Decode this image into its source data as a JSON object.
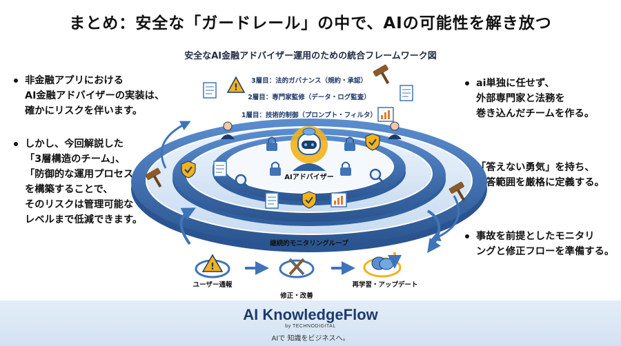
{
  "title": "まとめ：安全な「ガードレール」の中で、AIの可能性を解き放つ",
  "figure_title": "安全なAI金融アドバイザー運用のための統合フレームワーク図",
  "left_bullets": [
    {
      "lines": [
        "非金融アプリにおける",
        "AI金融アドバイザーの実装は、",
        "確かにリスクを伴います。"
      ]
    },
    {
      "lines": [
        "しかし、今回解説した",
        "「3層構造のチーム」、",
        "「防御的な運用プロセス」",
        "を構築することで、",
        "そのリスクは管理可能な",
        "レベルまで低減できます。"
      ]
    }
  ],
  "right_bullets": [
    {
      "lines": [
        "ai単独に任せず、",
        "外部専門家と法務を",
        "巻き込んだチームを作る。"
      ]
    },
    {
      "lines": [
        "「答えない勇気」を持ち、",
        "回答範囲を厳格に定義する。"
      ]
    },
    {
      "lines": [
        "事故を前提としたモニタリ",
        "ングと修正フローを準備する。"
      ]
    }
  ],
  "diagram": {
    "layer3": "3層目：法的ガバナンス（規約・承認）",
    "layer2": "2層目：専門家監修（データ・ログ監査）",
    "layer1": "1層目：技術的制御（プロンプト・フィルタ）",
    "center": "AIアドバイザー",
    "loop_title": "継続的モニタリングループ",
    "loop_steps": [
      "ユーザー通報",
      "修正・改善",
      "再学習・アップデート"
    ]
  },
  "footer": {
    "brand": "AI KnowledgeFlow",
    "byline": "by TECHNODIGITAL",
    "tagline": "AIで 知識をビジネスへ。"
  },
  "colors": {
    "ring_dark": "#2f5f9e",
    "ring_light": "#d6e6f7",
    "accent_warning": "#f2b21c",
    "footer_bg": "#dbe7f5"
  }
}
